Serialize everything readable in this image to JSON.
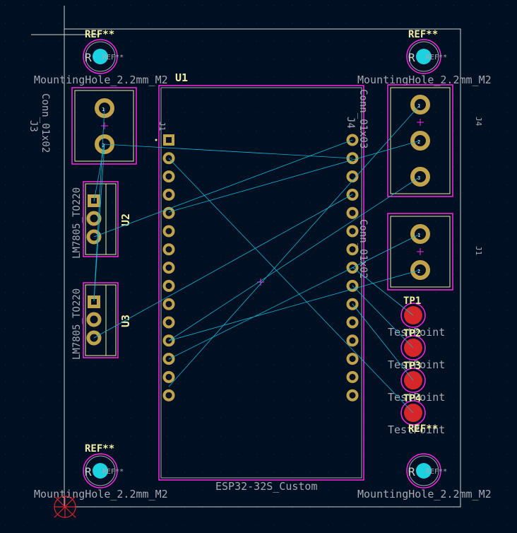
{
  "window": {
    "title": "PCB Editor"
  },
  "colors": {
    "background": "#001023",
    "board_edge": "#d0d2cd",
    "courtyard": "#ff26e2",
    "silkscreen": "#f2eda1",
    "fab": "#a7a8b1",
    "pad": "#c2a34c",
    "ratsnest": "#10b4d2",
    "mounting_hole": "#1bd3e0",
    "testpoint": "#d7262a"
  },
  "mounting_holes": {
    "top_left": {
      "ref": "REF**",
      "pad_label": "R",
      "value": "MountingHole_2.2mm_M2"
    },
    "top_right": {
      "ref": "REF**",
      "pad_label": "R",
      "value": "MountingHole_2.2mm_M2"
    },
    "bottom_left": {
      "ref": "REF**",
      "pad_label": "R",
      "value": "MountingHole_2.2mm_M2"
    },
    "bottom_right": {
      "ref": "REF**",
      "pad_label": "R",
      "value": "MountingHole_2.2mm_M2"
    }
  },
  "u1": {
    "ref": "U1",
    "value": "ESP32-32S_Custom",
    "pin1_label": "J1",
    "right_col_label": "J4"
  },
  "j3": {
    "ref": "J3",
    "value": "Conn_01x02"
  },
  "j4": {
    "ref": "J4",
    "value": "Conn_01x03"
  },
  "j1": {
    "ref": "J1",
    "value": "Conn_01x02"
  },
  "u2": {
    "ref": "U2",
    "value": "LM7805_TO220"
  },
  "u3": {
    "ref": "U3",
    "value": "LM7805_TO220"
  },
  "testpoints": [
    {
      "ref": "TP1",
      "value": "TestPoint"
    },
    {
      "ref": "TP2",
      "value": "TestPoint"
    },
    {
      "ref": "TP3",
      "value": "TestPoint"
    },
    {
      "ref": "TP4",
      "value": "TestPoint"
    }
  ],
  "tp_extra_ref": "REF**"
}
